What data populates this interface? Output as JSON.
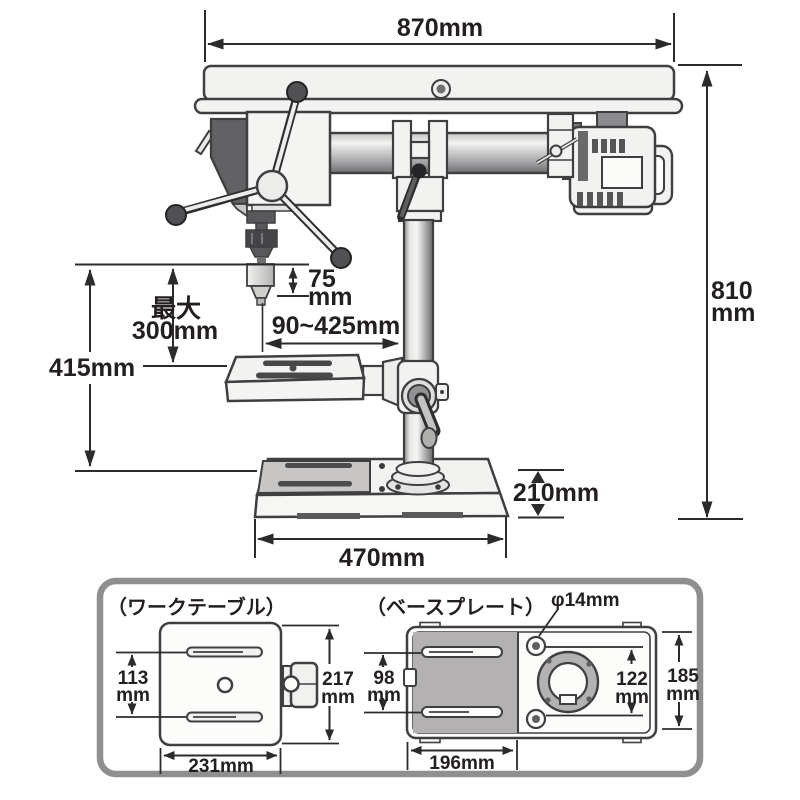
{
  "diagram": {
    "machine": {
      "overall_width": "870mm",
      "overall_height": [
        "810",
        "mm"
      ],
      "chuck_stroke": [
        "75",
        "mm"
      ],
      "max_spindle_travel": [
        "最大",
        "300mm"
      ],
      "spindle_to_base": "415mm",
      "table_swing_range": "90~425mm",
      "base_depth": "210mm",
      "base_width": "470mm"
    },
    "worktable": {
      "label": "（ワークテーブル）",
      "slot_pitch": [
        "113",
        "mm"
      ],
      "depth": [
        "217",
        "mm"
      ],
      "width": "231mm"
    },
    "baseplate": {
      "label": "（ベースプレート）",
      "hole_diameter": "φ14mm",
      "slot_pitch": [
        "98",
        "mm"
      ],
      "center_opening": [
        "122",
        "mm"
      ],
      "depth": [
        "185",
        "mm"
      ],
      "width": "196mm"
    },
    "colors": {
      "line": "#3a3a3c",
      "text": "#231f20",
      "light_fill": "#f2f2f0",
      "panel_border": "#8f8f8f",
      "plate_gray": "#b3b1b1",
      "dark_part": "#515153"
    }
  }
}
